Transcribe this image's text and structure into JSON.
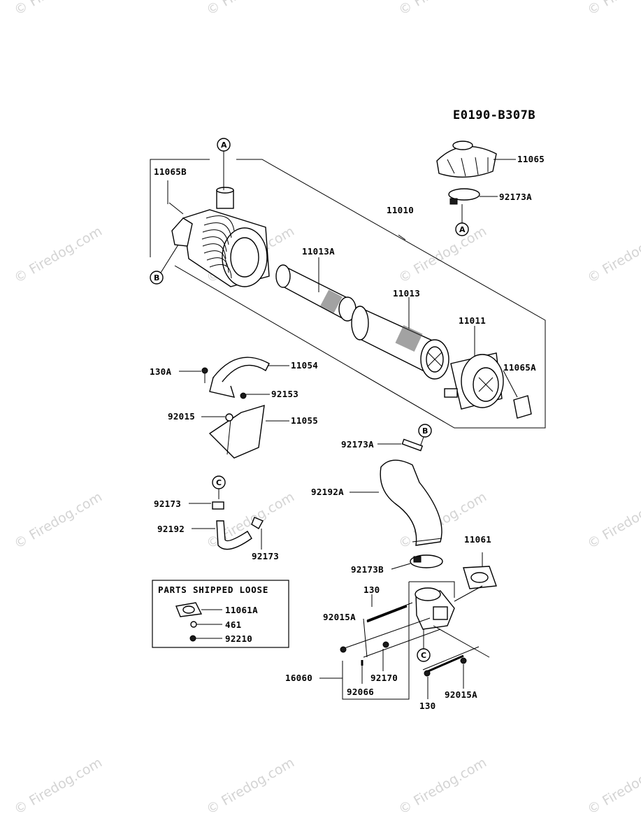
{
  "diagram_code": "E0190-B307B",
  "watermark": "© Firedog.com",
  "ref_markers": {
    "A": "A",
    "B": "B",
    "C": "C"
  },
  "parts": {
    "p11065B": "11065B",
    "p11065": "11065",
    "p92173A_top": "92173A",
    "p11010": "11010",
    "p11013A": "11013A",
    "p11013": "11013",
    "p11011": "11011",
    "p11065A": "11065A",
    "p130A": "130A",
    "p11054": "11054",
    "p92153": "92153",
    "p92015": "92015",
    "p11055": "11055",
    "p92173A_mid": "92173A",
    "p92192A": "92192A",
    "p92173_a": "92173",
    "p92192": "92192",
    "p92173_b": "92173",
    "p11061": "11061",
    "p92173B": "92173B",
    "p130_top": "130",
    "p92015A_left": "92015A",
    "p16060": "16060",
    "p92170": "92170",
    "p92066": "92066",
    "p130_bottom": "130",
    "p92015A_right": "92015A"
  },
  "loose_box": {
    "title": "PARTS SHIPPED LOOSE",
    "items": [
      "11061A",
      "461",
      "92210"
    ]
  }
}
